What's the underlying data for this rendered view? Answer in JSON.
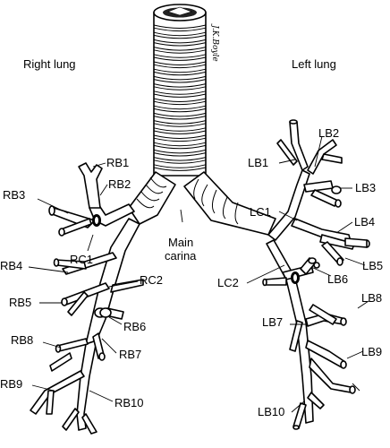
{
  "headings": {
    "right_lung": "Right lung",
    "left_lung": "Left lung"
  },
  "carina": {
    "line1": "Main",
    "line2": "carina"
  },
  "labels": {
    "RB1": "RB1",
    "RB2": "RB2",
    "RB3": "RB3",
    "RC1": "RC1",
    "RB4": "RB4",
    "RC2": "RC2",
    "RB5": "RB5",
    "RB6": "RB6",
    "RB8": "RB8",
    "RB7": "RB7",
    "RB9": "RB9",
    "RB10": "RB10",
    "LB1": "LB1",
    "LB2": "LB2",
    "LB3": "LB3",
    "LC1": "LC1",
    "LB4": "LB4",
    "LB5": "LB5",
    "LC2": "LC2",
    "LB6": "LB6",
    "LB8": "LB8",
    "LB7": "LB7",
    "LB9": "LB9",
    "LB10": "LB10"
  },
  "colors": {
    "line": "#000000",
    "background": "#ffffff"
  }
}
